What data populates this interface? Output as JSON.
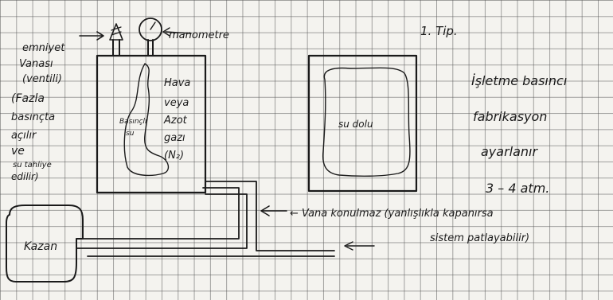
{
  "labels": {
    "title_type": "1. Tip.",
    "manometer": "manometre",
    "safety_valve": [
      "emniyet",
      "Vanası",
      "(ventili)"
    ],
    "safety_note": [
      "(Fazla",
      "basınçta",
      "açılır",
      "ve",
      "su tahliye",
      "edilir)"
    ],
    "gas": [
      "Hava",
      "veya",
      "Azot",
      "gazı",
      "(N₂)"
    ],
    "pressurized_water": [
      "Basınçlı",
      "su"
    ],
    "full_water": "su dolu",
    "pressure_note": [
      "İşletme basıncı",
      "fabrikasyon",
      "ayarlanır",
      "3 – 4 atm."
    ],
    "valve_warning": [
      "← Vana konulmaz (yanlışlıkla kapanırsa",
      "sistem patlayabilir)"
    ],
    "boiler": "Kazan"
  },
  "colors": {
    "ink": "#1a1a1a",
    "paper": "#f4f3ef",
    "grid": "#5a5a5a"
  }
}
